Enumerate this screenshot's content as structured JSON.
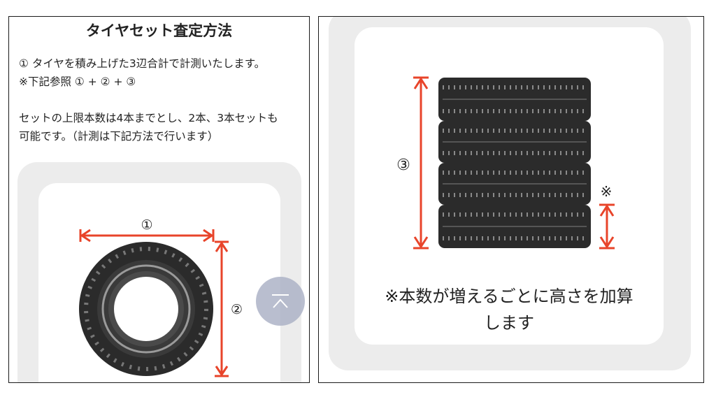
{
  "left": {
    "title": "タイヤセット査定方法",
    "para1_line1": "① タイヤを積み上げた3辺合計で計測いたします。",
    "para1_line2": "※下記参照 ① + ② + ③",
    "para2_line1": "セットの上限本数は4本までとし、2本、3本セットも",
    "para2_line2": "可能です。（計測は下記方法で行います）",
    "label_width": "①",
    "label_height": "②",
    "scroll_top_icon": "arrow-up-to-top-icon"
  },
  "right": {
    "label_stack": "③",
    "label_note": "※",
    "caption_line1": "※本数が増えるごとに高さを加算",
    "caption_line2": "します"
  },
  "colors": {
    "arrow": "#e8442a",
    "tire": "#2b2b2b",
    "tread": "#8a8a8a",
    "frame": "#ececec",
    "scroll_button": "#aab0c4"
  }
}
